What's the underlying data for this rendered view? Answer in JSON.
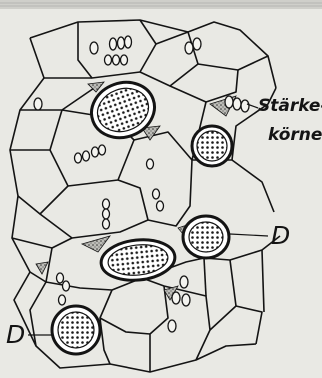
{
  "labels": {
    "staerke_line1": "Stärke-",
    "staerke_line2": "körner",
    "drusen_right": "D",
    "drusen_left": "D"
  },
  "colors": {
    "background": "#e9e9e4",
    "ink": "#141414",
    "stipple_fill": "#9a9a96"
  },
  "structures": {
    "cells": "polygonal parenchyma cells",
    "starch_grain_clusters": "small concentric ovals in cells",
    "druses": "large stippled crystal clusters"
  }
}
